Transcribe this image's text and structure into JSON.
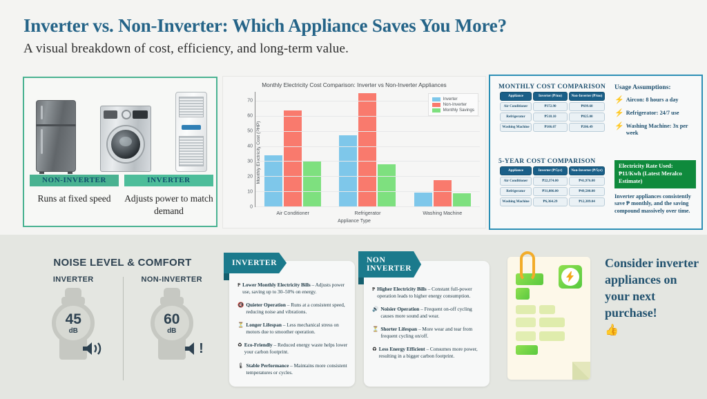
{
  "header": {
    "title": "Inverter vs. Non-Inverter: Which Appliance Saves You More?",
    "subtitle": "A visual breakdown of cost, efficiency, and long-term value."
  },
  "appliance_panel": {
    "left": {
      "label": "NON-INVERTER",
      "caption": "Runs at fixed speed"
    },
    "right": {
      "label": "INVERTER",
      "caption": "Adjusts power to match demand"
    },
    "icons": [
      "refrigerator-image",
      "washing-machine-image",
      "air-conditioner-image"
    ]
  },
  "chart_data": {
    "type": "bar",
    "title": "Monthly Electricity Cost Comparison: Inverter vs Non-Inverter Appliances",
    "xlabel": "Appliance Type",
    "ylabel": "Monthly Electricity Cost (PHP)",
    "categories": [
      "Air Conditioner",
      "Refrigerator",
      "Washing Machine"
    ],
    "series": [
      {
        "name": "Inverter",
        "color": "#7ec7ea",
        "values": [
          33.7,
          47.0,
          9.0
        ]
      },
      {
        "name": "Non-Inverter",
        "color": "#f97a6d",
        "values": [
          63.5,
          75.0,
          17.5
        ]
      },
      {
        "name": "Monthly Savings",
        "color": "#7ee07f",
        "values": [
          29.8,
          28.0,
          8.5
        ]
      }
    ],
    "ylim": [
      0,
      76
    ],
    "yticks": [
      0,
      10,
      20,
      30,
      40,
      50,
      60,
      70
    ],
    "grid": true,
    "legend_position": "top-right"
  },
  "tables": {
    "monthly": {
      "title": "MONTHLY COST COMPARISON",
      "headers": [
        "Appliance",
        "Inverter (₱/mo)",
        "Non-Inverter (₱/mo)"
      ],
      "rows": [
        [
          "Air Conditioner",
          "₱372.90",
          "₱699.60"
        ],
        [
          "Refrigerator",
          "₱518.10",
          "₱825.00"
        ],
        [
          "Washing Machine",
          "₱106.07",
          "₱206.49"
        ]
      ]
    },
    "fiveyear": {
      "title": "5-YEAR COST COMPARISON",
      "headers": [
        "Appliance",
        "Inverter (₱/5yr)",
        "Non-Inverter (₱/5yr)"
      ],
      "rows": [
        [
          "Air Conditioner",
          "₱22,374.00",
          "₱41,976.00"
        ],
        [
          "Refrigerator",
          "₱31,086.00",
          "₱49,500.00"
        ],
        [
          "Washing Machine",
          "₱6,364.29",
          "₱12,389.04"
        ]
      ]
    },
    "usage": {
      "title": "Usage Assumptions:",
      "items": [
        "Aircon: 8 hours a day",
        "Refrigerator: 24/7 use",
        "Washing Machine: 3x per week"
      ]
    },
    "rate_box": "Electricity Rate Used: ₱11/Kwh (Latest Meralco Estimate)",
    "closing": "Inverter appliances consistently save ₱ monthly, and the saving compound massively over time."
  },
  "noise": {
    "title": "NOISE LEVEL & COMFORT",
    "left": {
      "label": "INVERTER",
      "value": "45",
      "unit": "dB",
      "indicator": "quiet-speaker"
    },
    "right": {
      "label": "NON-INVERTER",
      "value": "60",
      "unit": "dB",
      "indicator": "loud-speaker",
      "exclaim": "!"
    }
  },
  "cards": {
    "inverter": {
      "ribbon": "INVERTER",
      "bullets": [
        {
          "icon": "₱",
          "text": "Lower Monthly Electricity Bills – Adjusts power use, saving up to 30–50% on energy."
        },
        {
          "icon": "🔇",
          "text": "Quieter Operation – Runs at a consistent speed, reducing noise and vibrations."
        },
        {
          "icon": "⏳",
          "text": "Longer Lifespan – Less mechanical stress on motors due to smoother operation."
        },
        {
          "icon": "♻",
          "text": "Eco-Friendly – Reduced energy waste helps lower your carbon footprint."
        },
        {
          "icon": "🌡",
          "text": "Stable Performance – Maintains more consistent temperatures or cycles."
        }
      ]
    },
    "noninverter": {
      "ribbon": "NON\nINVERTER",
      "bullets": [
        {
          "icon": "₱",
          "text": "Higher Electricity Bills – Constant full-power operation leads to higher energy consumption."
        },
        {
          "icon": "🔊",
          "text": "Noisier Operation – Frequent on-off cycling causes more sound and wear."
        },
        {
          "icon": "⏳",
          "text": "Shorter Lifespan – More wear and tear from frequent cycling on/off."
        },
        {
          "icon": "♻",
          "text": "Less Energy Efficient – Consumes more power, resulting in a bigger carbon footprint."
        }
      ]
    }
  },
  "cta": {
    "text": "Consider inverter appliances on your next purchase!",
    "thumb": "👍",
    "doc_icon": "document-with-clip-icon",
    "bolt_icon": "energy-bolt-icon"
  },
  "colors": {
    "brand_blue": "#256488",
    "teal": "#1b7a8c",
    "green": "#49b291",
    "rate_green": "#0f8a3c"
  }
}
